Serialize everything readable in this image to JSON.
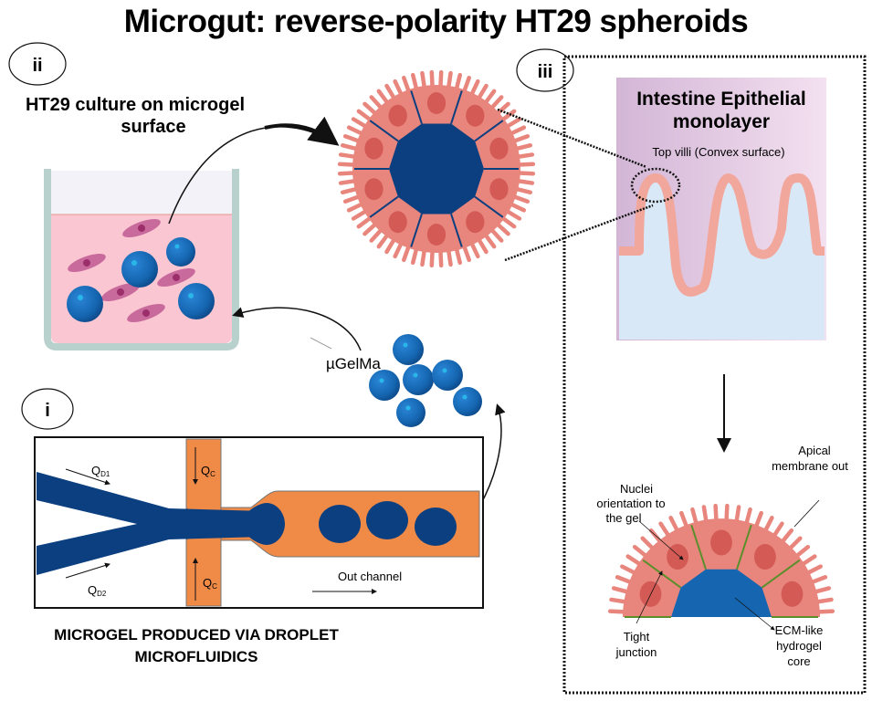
{
  "title": "Microgut: reverse-polarity HT29 spheroids",
  "panels": {
    "ii": {
      "badge": "ii",
      "heading_line1": "HT29 culture on microgel",
      "heading_line2": "surface"
    },
    "iii": {
      "badge": "iii",
      "monolayer_title_line1": "Intestine Epithelial",
      "monolayer_title_line2": "monolayer",
      "villi_label": "Top villi (Convex surface)",
      "apical_line1": "Apical",
      "apical_line2": "membrane out",
      "nuclei_line1": "Nuclei",
      "nuclei_line2": "orientation to",
      "nuclei_line3": "the gel",
      "tight_line1": "Tight",
      "tight_line2": "junction",
      "ecm_line1": "ECM-like",
      "ecm_line2": "hydrogel",
      "ecm_line3": "core"
    },
    "i": {
      "badge": "i",
      "qd1": "Q",
      "qd1_sub": "D1",
      "qd2": "Q",
      "qd2_sub": "D2",
      "qc_top": "Q",
      "qc_top_sub": "C",
      "qc_bottom": "Q",
      "qc_bottom_sub": "C",
      "out_channel": "Out channel",
      "caption_line1": "MICROGEL PRODUCED VIA DROPLET",
      "caption_line2": "MICROFLUIDICS"
    }
  },
  "microgel_label": "µGelMa",
  "colors": {
    "gel_blue": "#1565b0",
    "core_blue": "#0b3f80",
    "cell_pink": "#e8857c",
    "nucleus": "#d45a55",
    "oil_orange": "#ef8a47",
    "medium_pink": "#f9c6d2",
    "junction_green": "#5a8f2c"
  }
}
